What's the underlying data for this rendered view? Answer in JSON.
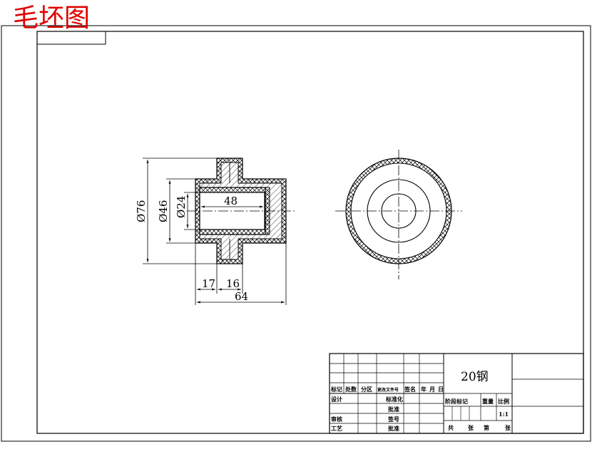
{
  "heading": "毛坯图",
  "dims": {
    "d76": "Ø76",
    "d46": "Ø46",
    "d24": "Ø24",
    "l48": "48",
    "l17": "17",
    "l16": "16",
    "l64": "64"
  },
  "title_block": {
    "material": "20钢",
    "rev_headers": [
      "标记",
      "处数",
      "分区",
      "更改文件号",
      "签名",
      "年",
      "月",
      "日"
    ],
    "design": "设计",
    "standardize": "标准化",
    "approve_label": "批准",
    "audit": "审核",
    "process": "工艺",
    "stage_mark": "阶段标记",
    "weight": "重量",
    "scale_label": "比例",
    "scale_value": "1:1",
    "sheets_total": "共",
    "sheet": "张",
    "sheet_no": "第",
    "sheet_end": "张",
    "review": "审核",
    "signoff": "签号",
    "ratify": "批准"
  },
  "colors": {
    "heading": "#e00000",
    "line": "#000000"
  },
  "icons": [
    "hatch-pattern"
  ]
}
